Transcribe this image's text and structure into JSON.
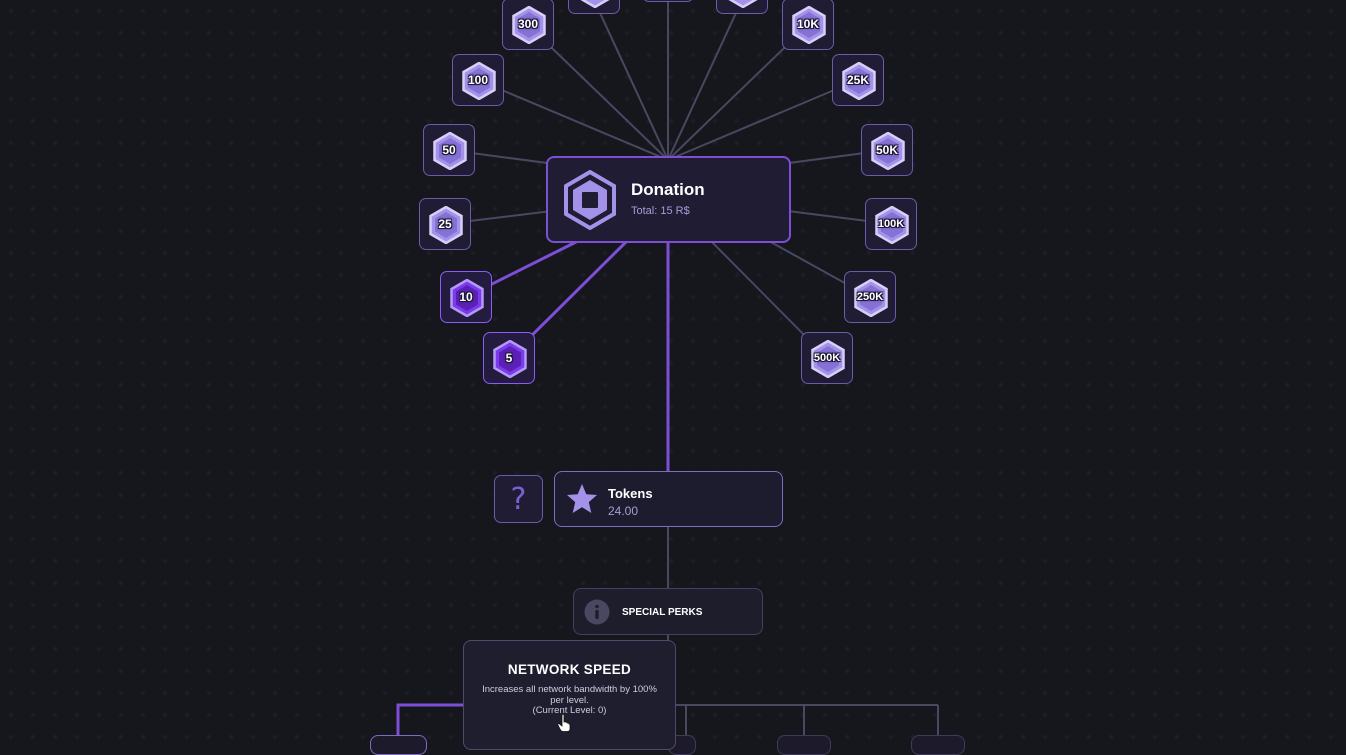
{
  "donation": {
    "title": "Donation",
    "total": "Total: 15 R$"
  },
  "badges": [
    {
      "value": "5",
      "active": true
    },
    {
      "value": "10",
      "active": true
    },
    {
      "value": "25",
      "active": false
    },
    {
      "value": "50",
      "active": false
    },
    {
      "value": "100",
      "active": false
    },
    {
      "value": "300",
      "active": false
    },
    {
      "value": "10K",
      "active": false
    },
    {
      "value": "25K",
      "active": false
    },
    {
      "value": "50K",
      "active": false
    },
    {
      "value": "100K",
      "active": false
    },
    {
      "value": "250K",
      "active": false
    },
    {
      "value": "500K",
      "active": false
    }
  ],
  "tokens": {
    "title": "Tokens",
    "value": "24.00",
    "locked_symbol": "?"
  },
  "special_perks": {
    "label": "SPECIAL PERKS",
    "icon": "info-icon"
  },
  "tooltip": {
    "title": "NETWORK SPEED",
    "description": "Increases all network bandwidth by 100% per level.",
    "level": "(Current Level: 0)"
  },
  "colors": {
    "accent": "#8b5cf6",
    "background": "#16161d",
    "badge_active": "#7c3aed",
    "badge_inactive": "#a392e8"
  }
}
